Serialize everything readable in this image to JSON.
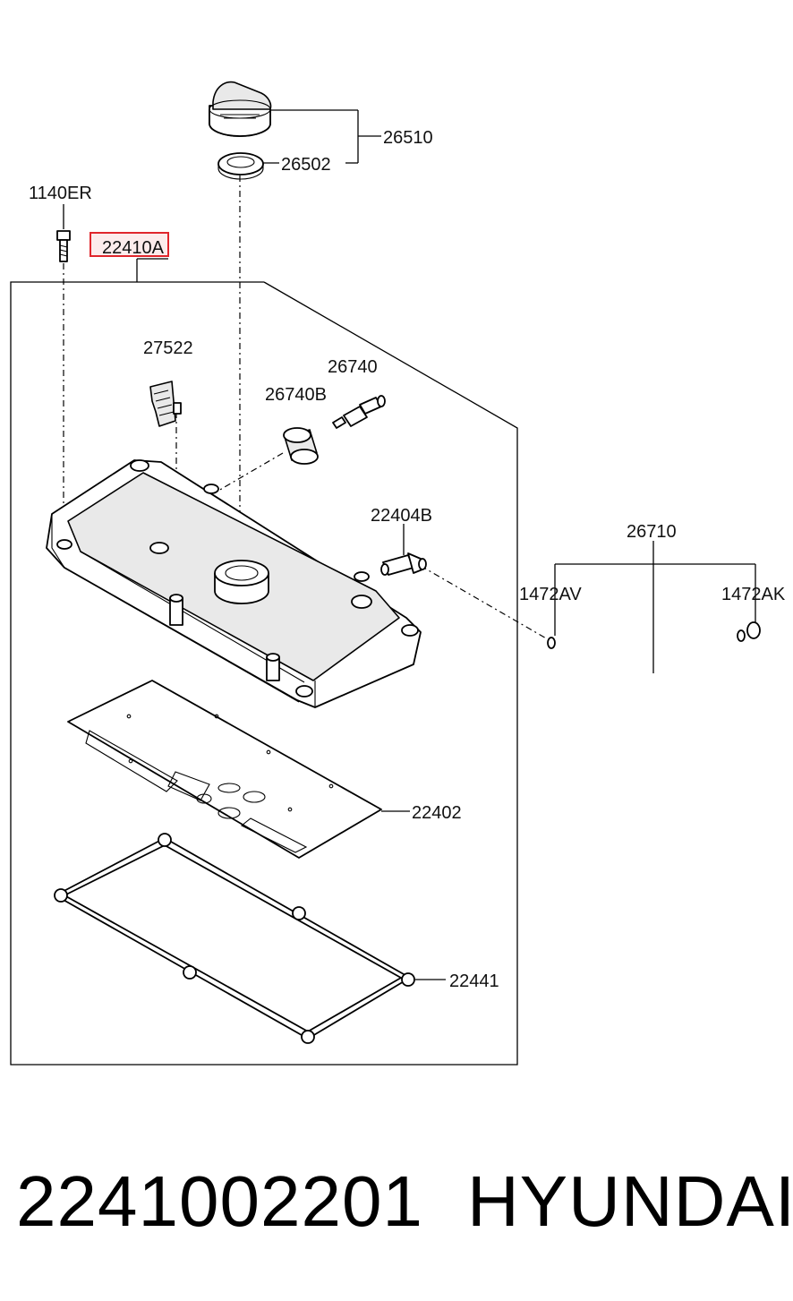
{
  "labels": {
    "oil_cap": "26510",
    "cap_gasket": "26502",
    "bolt": "1140ER",
    "cover_assy": "22410A",
    "clip": "27522",
    "pcv_valve": "26740",
    "pcv_grommet": "26740B",
    "nipple": "22404B",
    "hose_assy": "26710",
    "clamp_left": "1472AV",
    "clamp_right": "1472AK",
    "baffle_gasket": "22402",
    "cover_gasket": "22441"
  },
  "highlight_color": "#e0262c",
  "footer": {
    "part_number": "2241002201",
    "brand": "HYUNDAI"
  }
}
